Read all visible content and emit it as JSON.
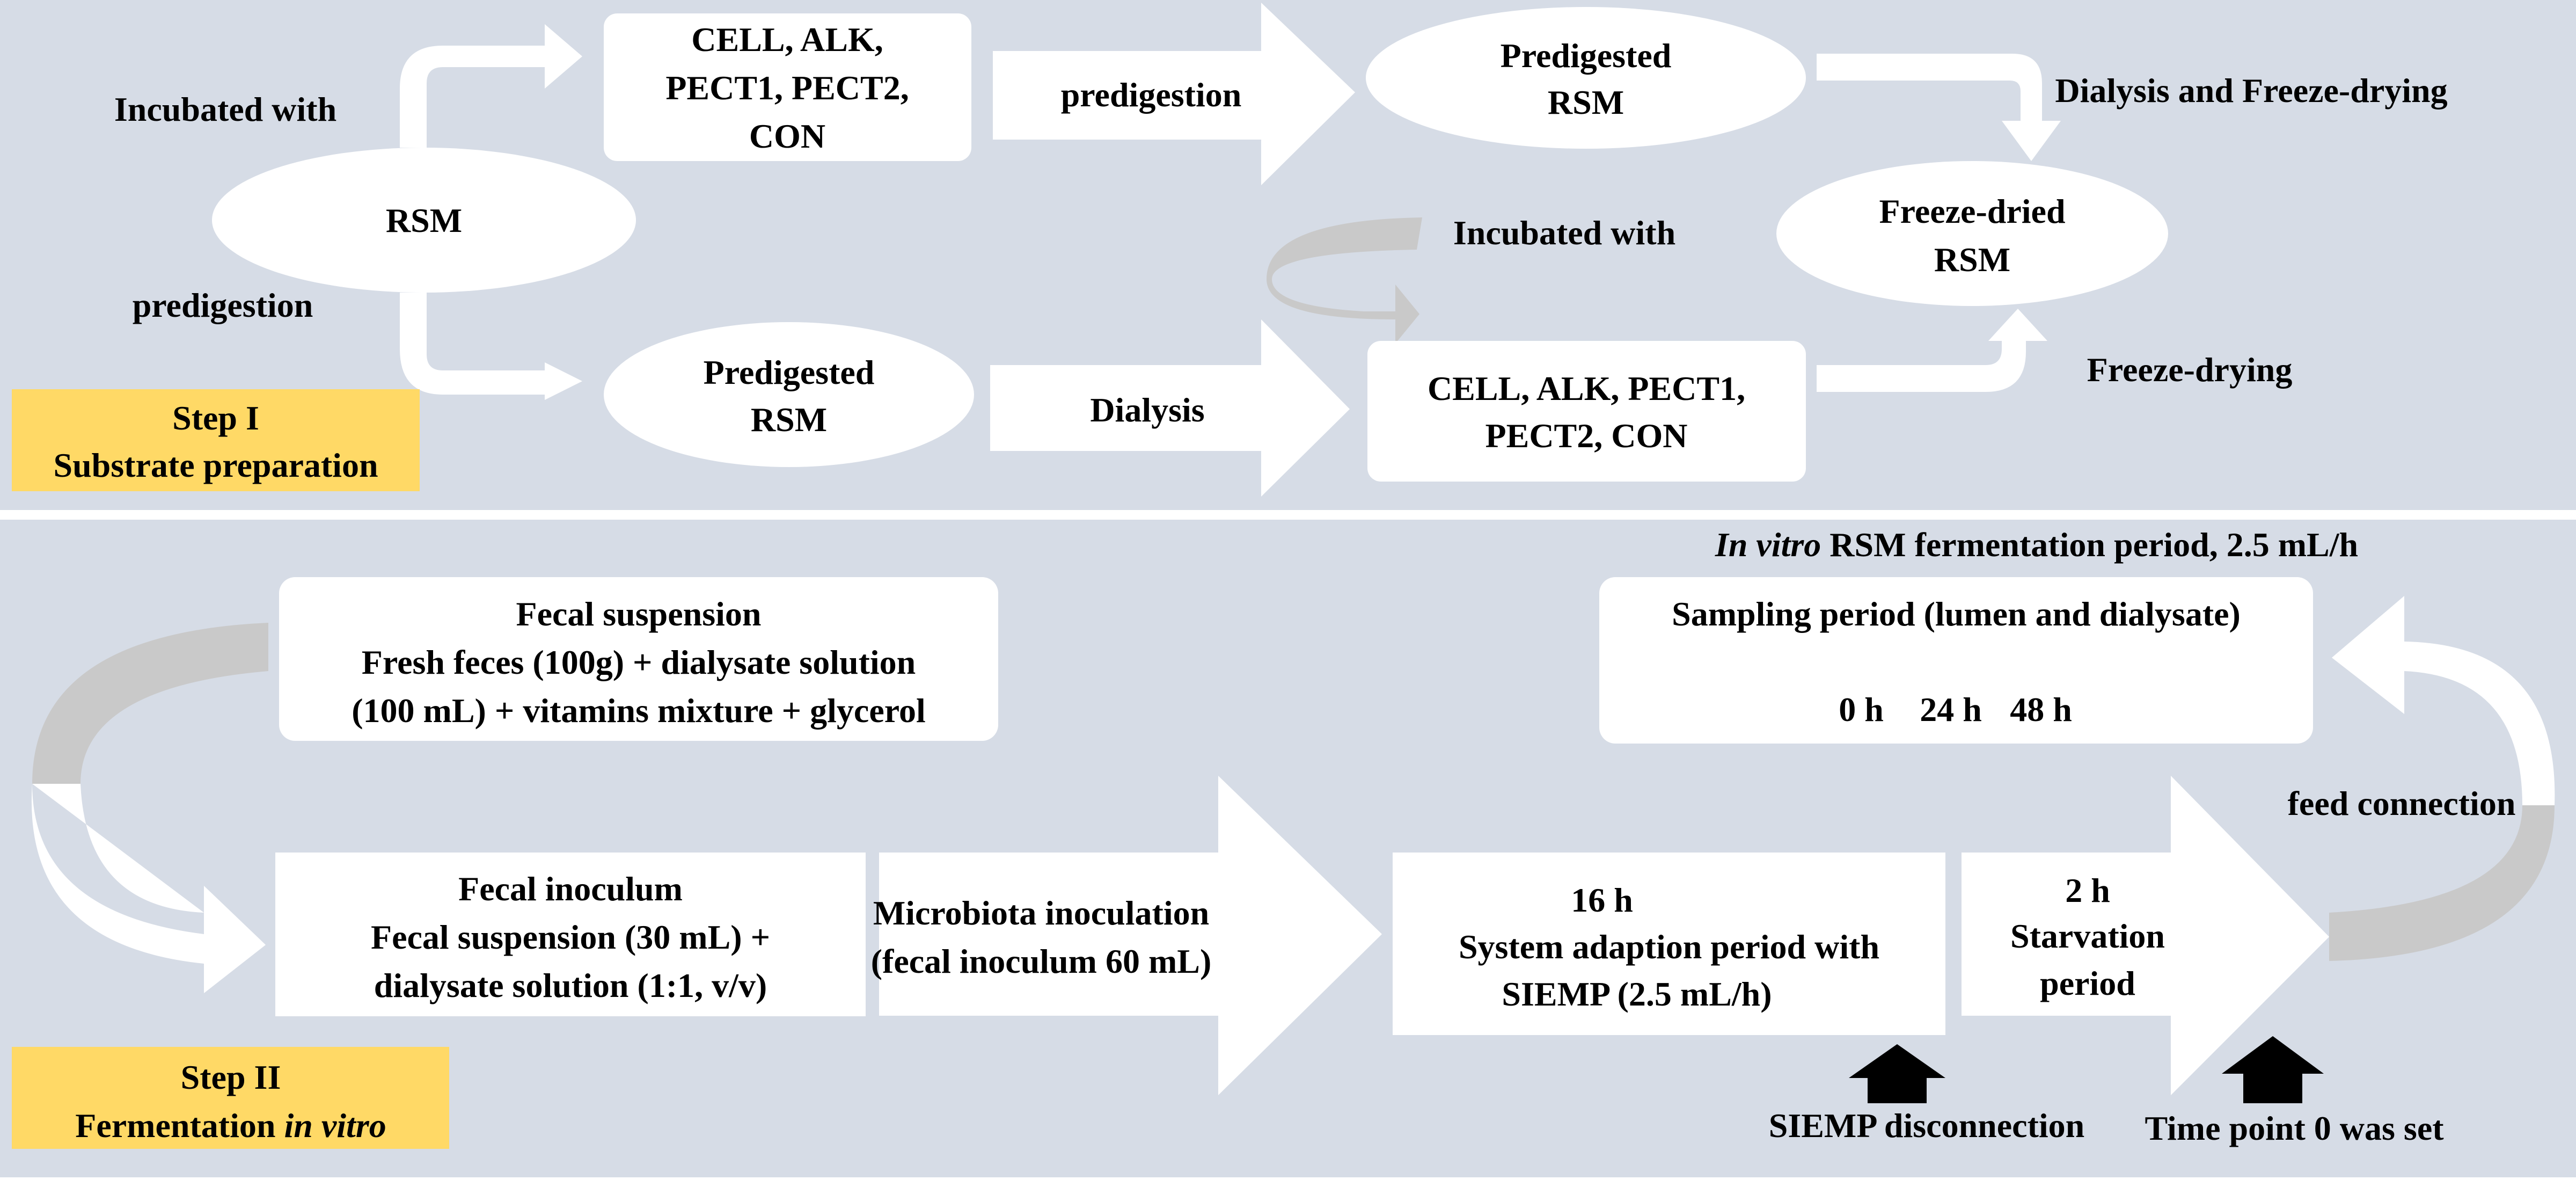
{
  "colors": {
    "panel": "#d6dce6",
    "box": "#ffffff",
    "curve": "#c9c9c9",
    "label_box": "#ffd966",
    "black": "#000000"
  },
  "step1": {
    "label_line1": "Step I",
    "label_line2": "Substrate preparation",
    "incubated_with_top": "Incubated with",
    "predigestion_left": "predigestion",
    "rsm": "RSM",
    "treatments_top": [
      "CELL, ALK,",
      "PECT1, PECT2,",
      "CON"
    ],
    "predigestion_arrow": "predigestion",
    "predigested_top": [
      "Predigested",
      "RSM"
    ],
    "dialysis_freeze": "Dialysis and Freeze-drying",
    "freeze_dried": [
      "Freeze-dried",
      "RSM"
    ],
    "predigested_bottom": [
      "Predigested",
      "RSM"
    ],
    "dialysis": "Dialysis",
    "incubated_with_bottom": "Incubated with",
    "treatments_bottom": [
      "CELL, ALK, PECT1,",
      "PECT2, CON"
    ],
    "freeze_drying": "Freeze-drying"
  },
  "step2": {
    "label_line1": "Step II",
    "label_line2_plain": "Fermentation ",
    "label_line2_italic": "in vitro",
    "period_italic": "In vitro",
    "period_rest": " RSM fermentation period, 2.5 mL/h",
    "fecal_suspension": [
      "Fecal suspension",
      "Fresh feces (100g) + dialysate solution",
      "(100 mL) + vitamins mixture + glycerol"
    ],
    "sampling_title": "Sampling period (lumen and dialysate)",
    "times": [
      "0 h",
      "24 h",
      "48 h"
    ],
    "feed_connection": "feed connection",
    "fecal_inoculum": [
      "Fecal inoculum",
      "Fecal suspension (30 mL) +",
      "dialysate solution (1:1, v/v)"
    ],
    "microbiota": [
      "Microbiota inoculation",
      "(fecal inoculum 60 mL)"
    ],
    "adaption": [
      "16 h",
      "System adaption period with",
      "SIEMP (2.5  mL/h)"
    ],
    "starvation": [
      "2 h",
      "Starvation",
      "period"
    ],
    "siemp_disconnection": "SIEMP disconnection",
    "time_point": "Time point 0 was set"
  }
}
